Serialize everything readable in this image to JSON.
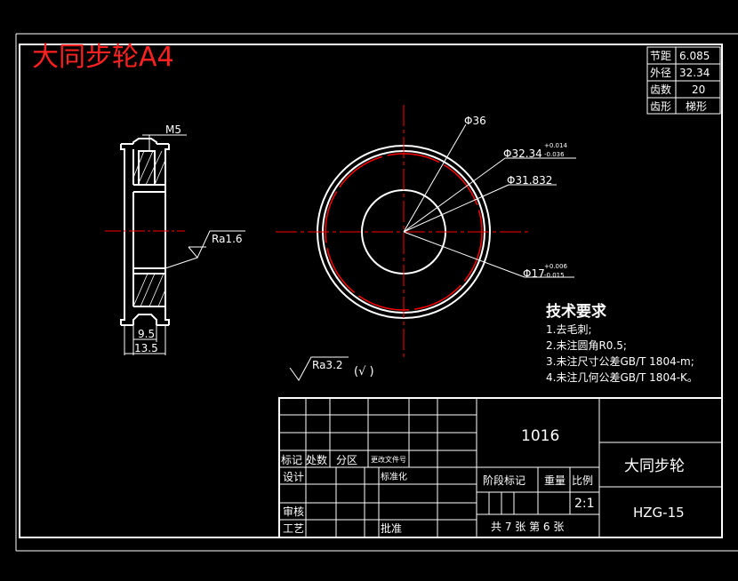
{
  "drawing": {
    "title": "大同步轮A4",
    "colors": {
      "background": "#000000",
      "lines": "#ffffff",
      "center_lines": "#ff0000",
      "title": "#ff0000"
    }
  },
  "params": [
    {
      "label": "节距",
      "value": "6.085"
    },
    {
      "label": "外径",
      "value": "32.34"
    },
    {
      "label": "齿数",
      "value": "20"
    },
    {
      "label": "齿形",
      "value": "梯形"
    }
  ],
  "side_view": {
    "thread": "M5",
    "roughness": "Ra1.6",
    "dim_inner": "9.5",
    "dim_outer": "13.5"
  },
  "front_view": {
    "d36": "Φ36",
    "d3234": "Φ32.34",
    "d3234_tol_upper": "+0.014",
    "d3234_tol_lower": "-0.036",
    "d31832": "Φ31.832",
    "d17": "Φ17",
    "d17_tol_upper": "+0.006",
    "d17_tol_lower": "-0.015"
  },
  "general_roughness": {
    "value": "Ra3.2",
    "suffix": "(√ )"
  },
  "tech_req": {
    "title": "技术要求",
    "items": [
      "1.去毛刺;",
      "2.未注圆角R0.5;",
      "3.未注尺寸公差GB/T 1804-m;",
      "4.未注几何公差GB/T 1804-K。"
    ]
  },
  "title_block": {
    "part_code": "1016",
    "part_name": "大同步轮",
    "drawing_no": "HZG-15",
    "scale": "2:1",
    "sheets": "共 7 张  第 6 张",
    "labels": {
      "mark": "标记",
      "count": "处数",
      "zone": "分区",
      "change_doc": "更改文件号",
      "design": "设计",
      "standardize": "标准化",
      "stage_mark": "阶段标记",
      "weight": "重量",
      "ratio": "比例",
      "review": "审核",
      "process": "工艺",
      "approve": "批准"
    }
  }
}
